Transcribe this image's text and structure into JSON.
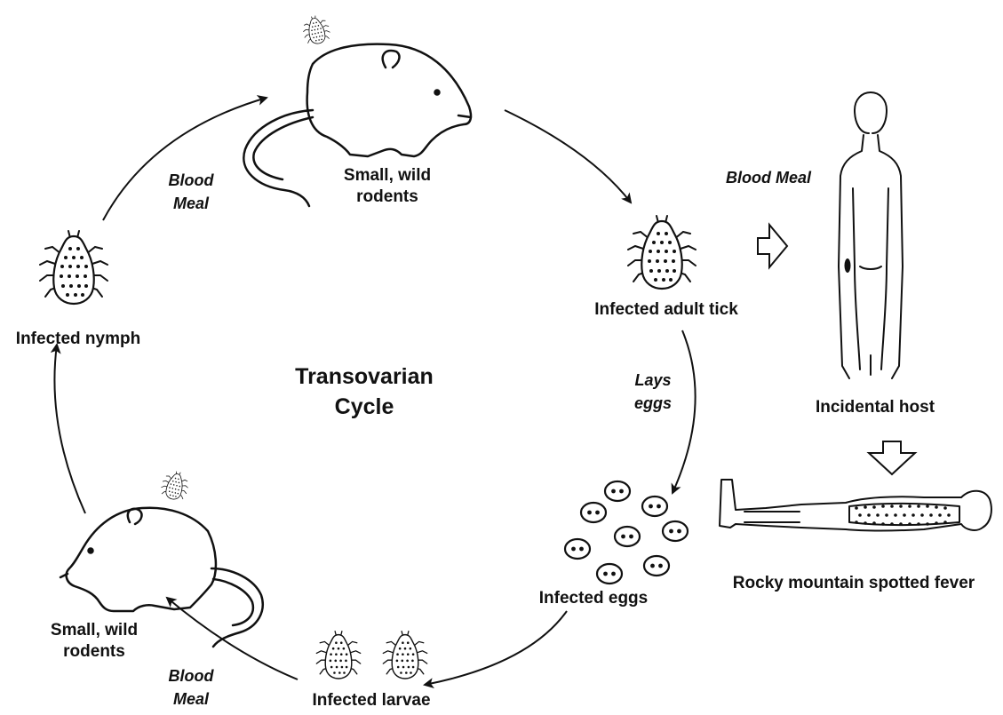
{
  "colors": {
    "background": "#ffffff",
    "ink": "#111111"
  },
  "title": {
    "line1": "Transovarian",
    "line2": "Cycle"
  },
  "labels": {
    "rodent_top": [
      "Small, wild",
      "rodents"
    ],
    "rodent_bottom": [
      "Small, wild",
      "rodents"
    ],
    "adult_tick": "Infected adult tick",
    "nymph": "Infected nymph",
    "eggs": "Infected eggs",
    "larvae": "Infected larvae",
    "incidental_host": "Incidental host",
    "disease": "Rocky mountain spotted fever"
  },
  "arrow_labels": {
    "blood_meal_left": [
      "Blood",
      "Meal"
    ],
    "blood_meal_right": "Blood Meal",
    "lays_eggs": [
      "Lays",
      "eggs"
    ],
    "blood_meal_bottom": [
      "Blood",
      "Meal"
    ]
  },
  "icons": {
    "rodent": "rodent-icon",
    "tick": "tick-icon",
    "egg": "egg-icon",
    "human": "human-standing-icon",
    "patient": "human-lying-rash-icon",
    "hollow_arrow": "hollow-arrow-icon"
  }
}
